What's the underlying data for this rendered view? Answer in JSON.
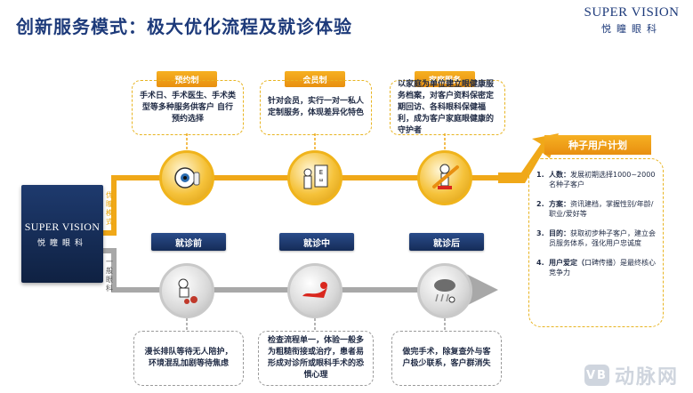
{
  "header": {
    "title": "创新服务模式：极大优化流程及就诊体验"
  },
  "brand": {
    "en": "SUPER VISION",
    "cn": "悦瞳眼科"
  },
  "logo": {
    "en": "SUPER VISION",
    "cn": "悦瞳眼科"
  },
  "tracks": {
    "top": "优瞳模式",
    "bottom": "一般眼科"
  },
  "colors": {
    "accent": "#f0a818",
    "navy": "#1d3a7a",
    "grey": "#9a9a9a"
  },
  "top_row": [
    {
      "tag": "预约制",
      "text": "手术日、手术医生、手术类型等多种服务供客户 自行预约选择",
      "icon": "eye-doctor-icon"
    },
    {
      "tag": "会员制",
      "text": "针对会员，实行一对一私人定制服务，体现差异化特色",
      "icon": "eye-chart-icon"
    },
    {
      "tag": "家庭服务",
      "text": "以家庭为单位建立眼健康服务档案，对客户资料保密定期回访、各科眼科保健福利，成为客户家庭眼健康的守护者",
      "icon": "guardian-icon"
    }
  ],
  "stages": [
    "就诊前",
    "就诊中",
    "就诊后"
  ],
  "bottom_row": [
    {
      "text": "漫长排队等待无人陪护，环境混乱加剧等待焦虑",
      "icon": "waiting-icon"
    },
    {
      "text": "检查流程单一，体验一般多为粗糙衔接或治疗，患者易形成对诊所或眼科手术的恐惧心理",
      "icon": "anxiety-icon"
    },
    {
      "text": "做完手术，除复查外与客户极少联系，客户群消失",
      "icon": "storm-cloud-icon"
    }
  ],
  "seed_plan": {
    "title": "种子用户计划",
    "items": [
      {
        "num": "1.",
        "lead": "人数：",
        "text": "发展初期选择1000~2000名种子客户"
      },
      {
        "num": "2.",
        "lead": "方案：",
        "text": "资讯建档，掌握性别/年龄/职业/爱好等"
      },
      {
        "num": "3.",
        "lead": "目的：",
        "text": "获取初步种子客户，建立会员服务体系，强化用户忠诚度"
      },
      {
        "num": "4.",
        "lead": "用户爱定（",
        "text": "口碑传播）是最终核心竞争力"
      }
    ]
  },
  "watermark": {
    "badge": "VB",
    "text": "动脉网"
  }
}
